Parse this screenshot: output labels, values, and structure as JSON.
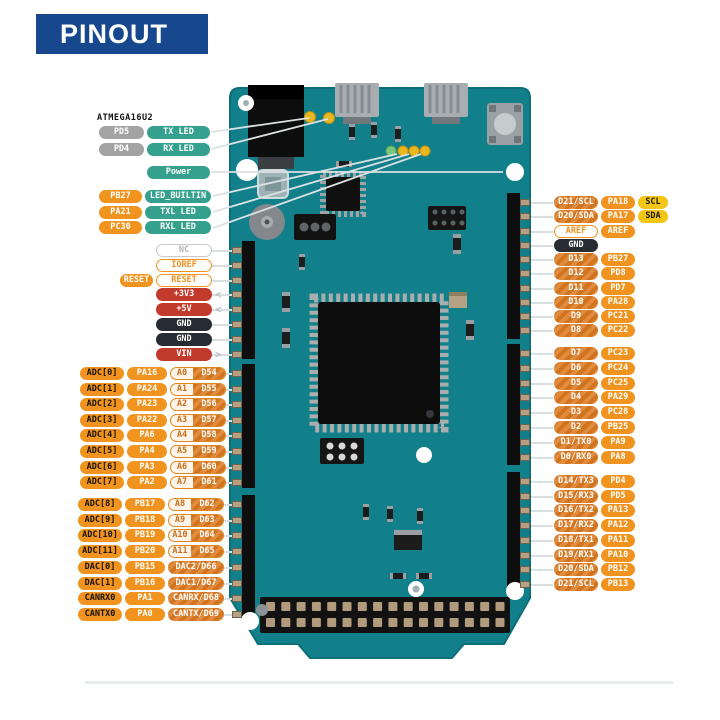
{
  "banner": {
    "title": "PINOUT"
  },
  "mcu_label": "ATMEGA16U2",
  "arrow_glyphs": {
    "in": "<",
    "out": ">"
  },
  "colors": {
    "banner_blue": "#17488e",
    "board_teal": "#11808a",
    "orange": "#f0931f",
    "hatch_orange": "#d2731e",
    "teal_green": "#35a08e",
    "red": "#c23a2c",
    "dark": "#272c33",
    "yellow": "#f3c515",
    "gray": "#a3a3a3"
  },
  "groups": {
    "top": {
      "rows": [
        {
          "segments": [
            {
              "t": "PD5",
              "s": "gray"
            },
            {
              "t": "TX LED",
              "s": "teal"
            }
          ]
        },
        {
          "segments": [
            {
              "t": "PD4",
              "s": "gray"
            },
            {
              "t": "RX LED",
              "s": "teal"
            }
          ]
        }
      ]
    },
    "powerLed": {
      "rows": [
        {
          "segments": [
            {
              "t": "Power",
              "s": "teal"
            }
          ]
        }
      ]
    },
    "led": {
      "rows": [
        {
          "segments": [
            {
              "t": "PB27",
              "s": "orangeW"
            },
            {
              "t": "LED_BUILTIN",
              "s": "teal"
            }
          ]
        },
        {
          "segments": [
            {
              "t": "PA21",
              "s": "orangeW"
            },
            {
              "t": "TXL LED",
              "s": "teal"
            }
          ]
        },
        {
          "segments": [
            {
              "t": "PC30",
              "s": "orangeW"
            },
            {
              "t": "RXL LED",
              "s": "teal"
            }
          ]
        }
      ]
    },
    "power": {
      "rows": [
        {
          "segments": [
            {
              "t": "NC",
              "s": "outlineGray"
            }
          ]
        },
        {
          "segments": [
            {
              "t": "IOREF",
              "s": "outlineOrange"
            }
          ]
        },
        {
          "segments": [
            {
              "t": "RESET",
              "s": "orangeW"
            },
            {
              "t": "RESET",
              "s": "outlineOrange"
            }
          ]
        },
        {
          "segments": [
            {
              "t": "+3V3",
              "s": "red"
            }
          ],
          "arrow": "in"
        },
        {
          "segments": [
            {
              "t": "+5V",
              "s": "red"
            }
          ],
          "arrow": "in"
        },
        {
          "segments": [
            {
              "t": "GND",
              "s": "blackPill"
            }
          ]
        },
        {
          "segments": [
            {
              "t": "GND",
              "s": "blackPill"
            }
          ]
        },
        {
          "segments": [
            {
              "t": "VIN",
              "s": "red"
            }
          ],
          "arrow": "out"
        }
      ]
    },
    "adc1": {
      "rows": [
        {
          "segments": [
            {
              "t": "ADC[0]",
              "s": "orangeB"
            },
            {
              "t": "PA16",
              "s": "orangeW"
            },
            {
              "s": "combo",
              "a": "A0",
              "d": "D54"
            }
          ]
        },
        {
          "segments": [
            {
              "t": "ADC[1]",
              "s": "orangeB"
            },
            {
              "t": "PA24",
              "s": "orangeW"
            },
            {
              "s": "combo",
              "a": "A1",
              "d": "D55"
            }
          ]
        },
        {
          "segments": [
            {
              "t": "ADC[2]",
              "s": "orangeB"
            },
            {
              "t": "PA23",
              "s": "orangeW"
            },
            {
              "s": "combo",
              "a": "A2",
              "d": "D56"
            }
          ]
        },
        {
          "segments": [
            {
              "t": "ADC[3]",
              "s": "orangeB"
            },
            {
              "t": "PA22",
              "s": "orangeW"
            },
            {
              "s": "combo",
              "a": "A3",
              "d": "D57"
            }
          ]
        },
        {
          "segments": [
            {
              "t": "ADC[4]",
              "s": "orangeB"
            },
            {
              "t": "PA6",
              "s": "orangeW"
            },
            {
              "s": "combo",
              "a": "A4",
              "d": "D58"
            }
          ]
        },
        {
          "segments": [
            {
              "t": "ADC[5]",
              "s": "orangeB"
            },
            {
              "t": "PA4",
              "s": "orangeW"
            },
            {
              "s": "combo",
              "a": "A5",
              "d": "D59"
            }
          ]
        },
        {
          "segments": [
            {
              "t": "ADC[6]",
              "s": "orangeB"
            },
            {
              "t": "PA3",
              "s": "orangeW"
            },
            {
              "s": "combo",
              "a": "A6",
              "d": "D60"
            }
          ]
        },
        {
          "segments": [
            {
              "t": "ADC[7]",
              "s": "orangeB"
            },
            {
              "t": "PA2",
              "s": "orangeW"
            },
            {
              "s": "combo",
              "a": "A7",
              "d": "D61"
            }
          ]
        }
      ]
    },
    "adc2": {
      "rows": [
        {
          "segments": [
            {
              "t": "ADC[8]",
              "s": "orangeB"
            },
            {
              "t": "PB17",
              "s": "orangeW"
            },
            {
              "s": "combo",
              "a": "A8",
              "d": "D62"
            }
          ]
        },
        {
          "segments": [
            {
              "t": "ADC[9]",
              "s": "orangeB"
            },
            {
              "t": "PB18",
              "s": "orangeW"
            },
            {
              "s": "combo",
              "a": "A9",
              "d": "D63"
            }
          ]
        },
        {
          "segments": [
            {
              "t": "ADC[10]",
              "s": "orangeB"
            },
            {
              "t": "PB19",
              "s": "orangeW"
            },
            {
              "s": "combo",
              "a": "A10",
              "d": "D64"
            }
          ]
        },
        {
          "segments": [
            {
              "t": "ADC[11]",
              "s": "orangeB"
            },
            {
              "t": "PB20",
              "s": "orangeW"
            },
            {
              "s": "combo",
              "a": "A11",
              "d": "D65"
            }
          ]
        },
        {
          "segments": [
            {
              "t": "DAC[0]",
              "s": "orangeB"
            },
            {
              "t": "PB15",
              "s": "orangeW"
            },
            {
              "t": "DAC2/D66",
              "s": "hatch"
            }
          ]
        },
        {
          "segments": [
            {
              "t": "DAC[1]",
              "s": "orangeB"
            },
            {
              "t": "PB16",
              "s": "orangeW"
            },
            {
              "t": "DAC1/D67",
              "s": "hatch"
            }
          ]
        },
        {
          "segments": [
            {
              "t": "CANRX0",
              "s": "orangeB"
            },
            {
              "t": "PA1",
              "s": "orangeW"
            },
            {
              "t": "CANRX/D68",
              "s": "hatch"
            }
          ]
        },
        {
          "segments": [
            {
              "t": "CANTX0",
              "s": "orangeB"
            },
            {
              "t": "PA0",
              "s": "orangeW"
            },
            {
              "t": "CANTX/D69",
              "s": "hatch"
            }
          ]
        }
      ]
    },
    "rightA": {
      "rows": [
        {
          "segments": [
            {
              "t": "D21/SCL",
              "s": "hatch"
            },
            {
              "t": "PA18",
              "s": "orangeW"
            },
            {
              "t": "SCL",
              "s": "yellow"
            }
          ]
        },
        {
          "segments": [
            {
              "t": "D20/SDA",
              "s": "hatch"
            },
            {
              "t": "PA17",
              "s": "orangeW"
            },
            {
              "t": "SDA",
              "s": "yellow"
            }
          ]
        },
        {
          "segments": [
            {
              "t": "AREF",
              "s": "outlineOrange"
            },
            {
              "t": "AREF",
              "s": "orangeW"
            }
          ]
        },
        {
          "segments": [
            {
              "t": "GND",
              "s": "blackPill"
            }
          ]
        },
        {
          "segments": [
            {
              "t": "D13",
              "s": "hatch"
            },
            {
              "t": "PB27",
              "s": "orangeW"
            }
          ]
        },
        {
          "segments": [
            {
              "t": "D12",
              "s": "hatch"
            },
            {
              "t": "PD8",
              "s": "orangeW"
            }
          ]
        },
        {
          "segments": [
            {
              "t": "D11",
              "s": "hatch"
            },
            {
              "t": "PD7",
              "s": "orangeW"
            }
          ]
        },
        {
          "segments": [
            {
              "t": "D10",
              "s": "hatch"
            },
            {
              "t": "PA28",
              "s": "orangeW"
            }
          ]
        },
        {
          "segments": [
            {
              "t": "D9",
              "s": "hatch"
            },
            {
              "t": "PC21",
              "s": "orangeW"
            }
          ]
        },
        {
          "segments": [
            {
              "t": "D8",
              "s": "hatch"
            },
            {
              "t": "PC22",
              "s": "orangeW"
            }
          ]
        }
      ]
    },
    "rightB": {
      "rows": [
        {
          "segments": [
            {
              "t": "D7",
              "s": "hatch"
            },
            {
              "t": "PC23",
              "s": "orangeW"
            }
          ]
        },
        {
          "segments": [
            {
              "t": "D6",
              "s": "hatch"
            },
            {
              "t": "PC24",
              "s": "orangeW"
            }
          ]
        },
        {
          "segments": [
            {
              "t": "D5",
              "s": "hatch"
            },
            {
              "t": "PC25",
              "s": "orangeW"
            }
          ]
        },
        {
          "segments": [
            {
              "t": "D4",
              "s": "hatch"
            },
            {
              "t": "PA29",
              "s": "orangeW"
            }
          ]
        },
        {
          "segments": [
            {
              "t": "D3",
              "s": "hatch"
            },
            {
              "t": "PC28",
              "s": "orangeW"
            }
          ]
        },
        {
          "segments": [
            {
              "t": "D2",
              "s": "hatch"
            },
            {
              "t": "PB25",
              "s": "orangeW"
            }
          ]
        },
        {
          "segments": [
            {
              "t": "D1/TX0",
              "s": "hatch"
            },
            {
              "t": "PA9",
              "s": "orangeW"
            }
          ]
        },
        {
          "segments": [
            {
              "t": "D0/RX0",
              "s": "hatch"
            },
            {
              "t": "PA8",
              "s": "orangeW"
            }
          ]
        }
      ]
    },
    "rightC": {
      "rows": [
        {
          "segments": [
            {
              "t": "D14/TX3",
              "s": "hatch"
            },
            {
              "t": "PD4",
              "s": "orangeW"
            }
          ]
        },
        {
          "segments": [
            {
              "t": "D15/RX3",
              "s": "hatch"
            },
            {
              "t": "PD5",
              "s": "orangeW"
            }
          ]
        },
        {
          "segments": [
            {
              "t": "D16/TX2",
              "s": "hatch"
            },
            {
              "t": "PA13",
              "s": "orangeW"
            }
          ]
        },
        {
          "segments": [
            {
              "t": "D17/RX2",
              "s": "hatch"
            },
            {
              "t": "PA12",
              "s": "orangeW"
            }
          ]
        },
        {
          "segments": [
            {
              "t": "D18/TX1",
              "s": "hatch"
            },
            {
              "t": "PA11",
              "s": "orangeW"
            }
          ]
        },
        {
          "segments": [
            {
              "t": "D19/RX1",
              "s": "hatch"
            },
            {
              "t": "PA10",
              "s": "orangeW"
            }
          ]
        },
        {
          "segments": [
            {
              "t": "D20/SDA",
              "s": "hatch"
            },
            {
              "t": "PB12",
              "s": "orangeW"
            }
          ]
        },
        {
          "segments": [
            {
              "t": "D21/SCL",
              "s": "hatch"
            },
            {
              "t": "PB13",
              "s": "orangeW"
            }
          ]
        }
      ]
    }
  }
}
